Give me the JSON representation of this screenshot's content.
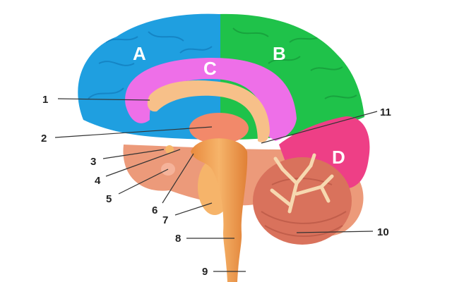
{
  "diagram": {
    "region_labels": [
      "A",
      "B",
      "C",
      "D"
    ],
    "callout_numbers": [
      "1",
      "2",
      "3",
      "4",
      "5",
      "6",
      "7",
      "8",
      "9",
      "10",
      "11"
    ],
    "colors": {
      "region_a": "#1f9fe0",
      "region_b": "#1fc24a",
      "region_c": "#ee6fe8",
      "region_d": "#ee3f86",
      "tissue": "#f0a07e",
      "brainstem": "#f3a25a",
      "cerebellum": "#d9725c"
    }
  }
}
